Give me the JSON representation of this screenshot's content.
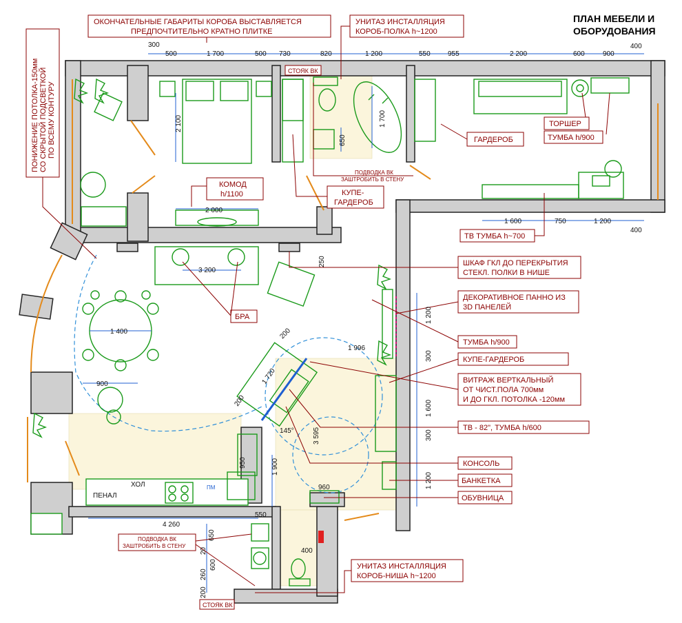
{
  "title": {
    "line1": "ПЛАН МЕБЕЛИ И",
    "line2": "ОБОРУДОВАНИЯ"
  },
  "labels": {
    "box_dims": [
      "ОКОНЧАТЕЛЬНЫЕ ГАБАРИТЫ КОРОБА ВЫСТАВЛЯЕТСЯ",
      "ПРЕДПОЧТИТЕЛЬНО КРАТНО ПЛИТКЕ"
    ],
    "toilet_top": [
      "УНИТАЗ ИНСТАЛЛЯЦИЯ",
      "КОРОБ-ПОЛКА h~1200"
    ],
    "ceiling": [
      "ПОНИЖЕНИЕ ПОТОЛКА-150мм",
      "СО СКРЫТОЙ ПОДСВЕТКОЙ",
      "ПО ВСЕМУ КОНТУРУ"
    ],
    "stoyak_top": "СТОЯК ВК",
    "podvodka_top": [
      "ПОДВОДКА ВК",
      "ЗАШТРОБИТЬ В СТЕНУ"
    ],
    "komod": [
      "КОМОД",
      "h/1100"
    ],
    "kupe_top": [
      "КУПЕ-",
      "ГАРДЕРОБ"
    ],
    "garderob": "ГАРДЕРОБ",
    "torsher": "ТОРШЕР",
    "tumba_900_top": "ТУМБА h/900",
    "tv_tumba": "ТВ ТУМБА h~700",
    "shkaf": [
      "ШКАФ ГКЛ ДО ПЕРЕКРЫТИЯ",
      "СТЕКЛ. ПОЛКИ В НИШЕ"
    ],
    "panno": [
      "ДЕКОРАТИВНОЕ ПАННО ИЗ",
      "3D ПАНЕЛЕЙ"
    ],
    "tumba_900_mid": "ТУМБА h/900",
    "kupe_mid": "КУПЕ-ГАРДЕРОБ",
    "vitrazh": [
      "ВИТРАЖ ВЕРТКАЛЬНЫЙ",
      "ОТ ЧИСТ.ПОЛА 700мм",
      "И ДО ГКЛ. ПОТОЛКА -120мм"
    ],
    "tv": "ТВ - 82\", ТУМБА h/600",
    "konsol": "КОНСОЛЬ",
    "banketka": "БАНКЕТКА",
    "obuvnica": "ОБУВНИЦА",
    "bra": "БРА",
    "toilet_bottom": [
      "УНИТАЗ ИНСТАЛЛЯЦИЯ",
      "КОРОБ-НИША h~1200"
    ],
    "podvodka_bottom": [
      "ПОДВОДКА ВК",
      "ЗАШТРОБИТЬ В СТЕНУ"
    ],
    "stoyak_bottom": "СТОЯК ВК",
    "penal": "ПЕНАЛ",
    "hol": "ХОЛ",
    "pm": "ПМ"
  },
  "dimensions": {
    "top_chain": [
      "300",
      "500",
      "1 700",
      "500",
      "730",
      "820",
      "1 200",
      "550",
      "955",
      "2 200",
      "600",
      "900",
      "400"
    ],
    "bed": "2 100",
    "bath": "1 700",
    "sink": "650",
    "komod": "2 000",
    "sofa": "3 200",
    "tv_chain": [
      "1 600",
      "750",
      "1 200",
      "400"
    ],
    "niche": "250",
    "table": "1 400",
    "wardrobe_w": "200",
    "wardrobe_len": "1 720",
    "wardrobe_off": "200",
    "radius": "1 996",
    "tv_depth": "3 595",
    "angle": "145°",
    "kitchen_900": "900",
    "island": "950",
    "corridor": "1 900",
    "right_chain": [
      "1 200",
      "300",
      "1 600",
      "300",
      "1 200"
    ],
    "entry": "960",
    "kitchen_len": "4 260",
    "wc_550": "550",
    "wc_chain": [
      "650",
      "20",
      "600",
      "260",
      "200"
    ],
    "wc_400": "400"
  },
  "colors": {
    "annotation": "#8b0000",
    "furniture": "#1a9a1a",
    "dimension": "#1f5fd0",
    "wall": "#cfcfcf"
  }
}
